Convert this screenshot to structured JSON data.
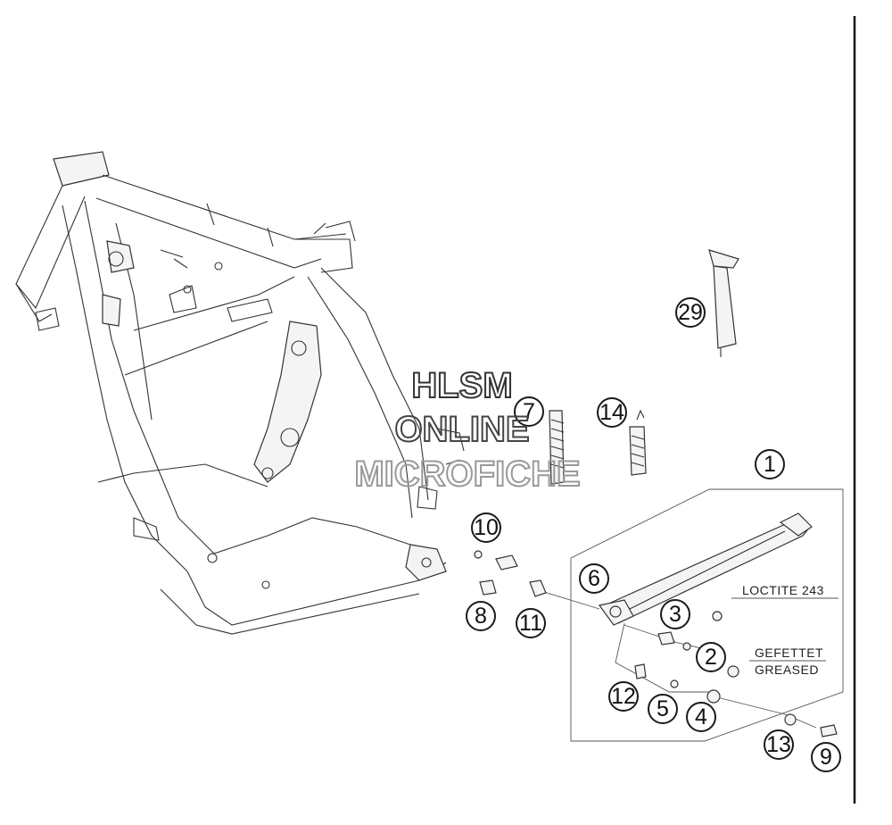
{
  "watermark": {
    "line1": "HLSM",
    "line2": "ONLINE",
    "line3": "MICROFICHE"
  },
  "notes": {
    "loctite": "LOCTITE 243",
    "greased_de": "GEFETTET",
    "greased_en": "GREASED"
  },
  "callouts": {
    "c1": "1",
    "c2": "2",
    "c3": "3",
    "c4": "4",
    "c5": "5",
    "c6": "6",
    "c7": "7",
    "c8": "8",
    "c9": "9",
    "c10": "10",
    "c11": "11",
    "c12": "12",
    "c13": "13",
    "c14": "14",
    "c29": "29"
  }
}
